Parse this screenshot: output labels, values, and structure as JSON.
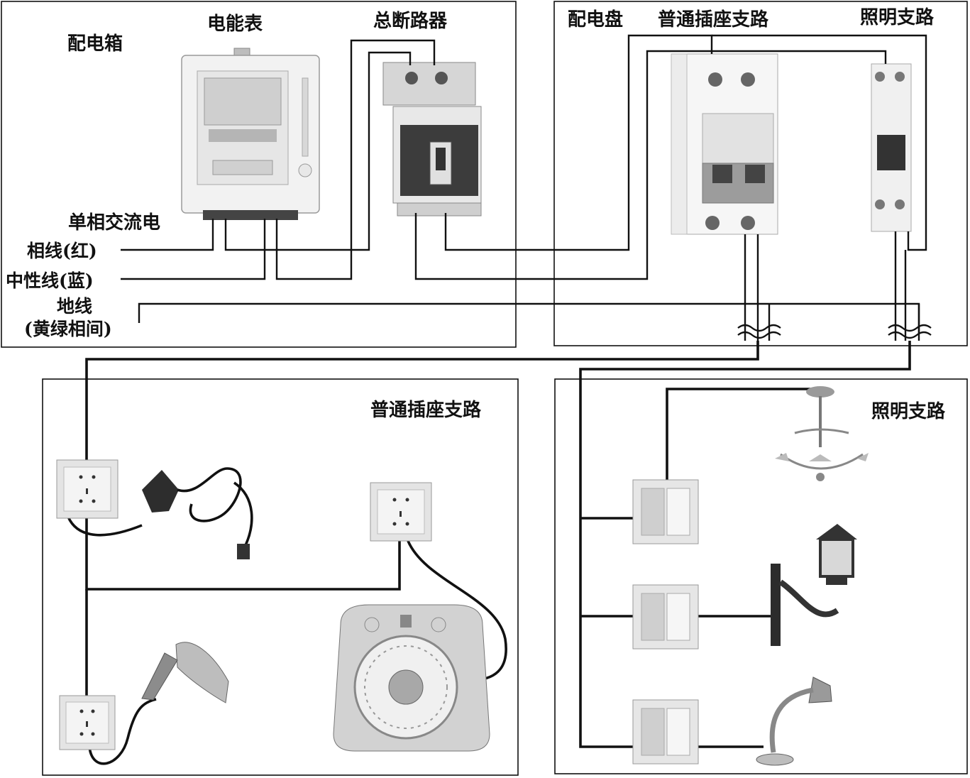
{
  "distribution_box": {
    "title": "配电箱"
  },
  "meter": {
    "label": "电能表"
  },
  "main_breaker": {
    "label": "总断路器"
  },
  "panel": {
    "title": "配电盘",
    "socket_branch_label": "普通插座支路",
    "lighting_branch_label": "照明支路"
  },
  "supply": {
    "label": "单相交流电",
    "live": "相线(红)",
    "neutral": "中性线(蓝)",
    "earth_line1": "地线",
    "earth_line2": "(黄绿相间)"
  },
  "socket_circuit": {
    "title": "普通插座支路"
  },
  "lighting_circuit": {
    "title": "照明支路"
  }
}
